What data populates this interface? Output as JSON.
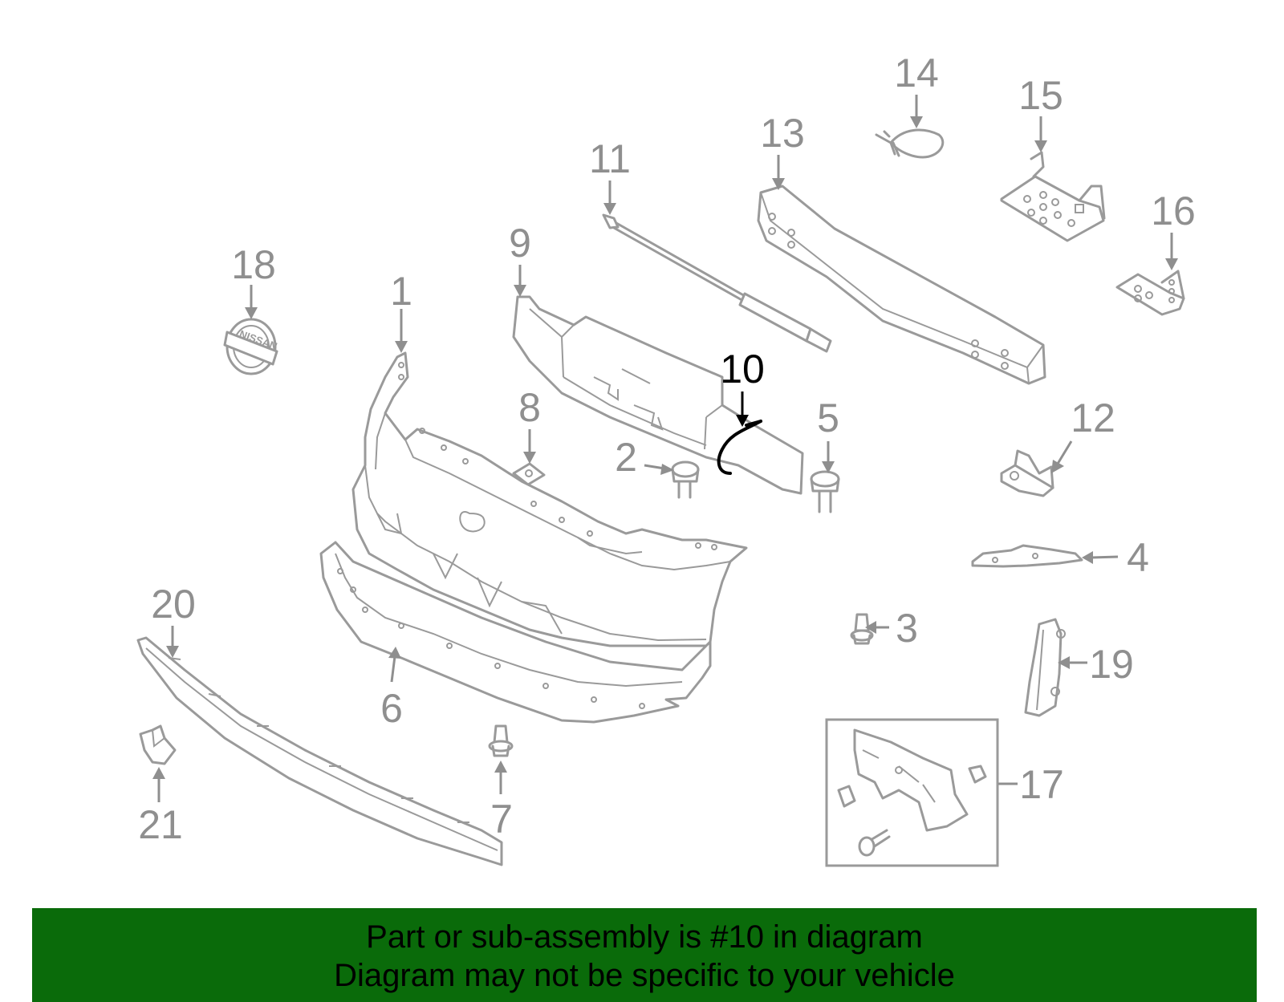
{
  "diagram": {
    "callouts": [
      "1",
      "2",
      "3",
      "4",
      "5",
      "6",
      "7",
      "8",
      "9",
      "10",
      "11",
      "12",
      "13",
      "14",
      "15",
      "16",
      "17",
      "18",
      "19",
      "20",
      "21"
    ],
    "highlighted_part": "10",
    "logo_text": "NISSAN",
    "colors": {
      "parts": "#9a9a9a",
      "highlight": "#000000",
      "banner": "#0a6b0a"
    }
  },
  "banner": {
    "line1": "Part or sub-assembly is #10 in diagram",
    "line2": "Diagram may not be specific to your vehicle"
  }
}
